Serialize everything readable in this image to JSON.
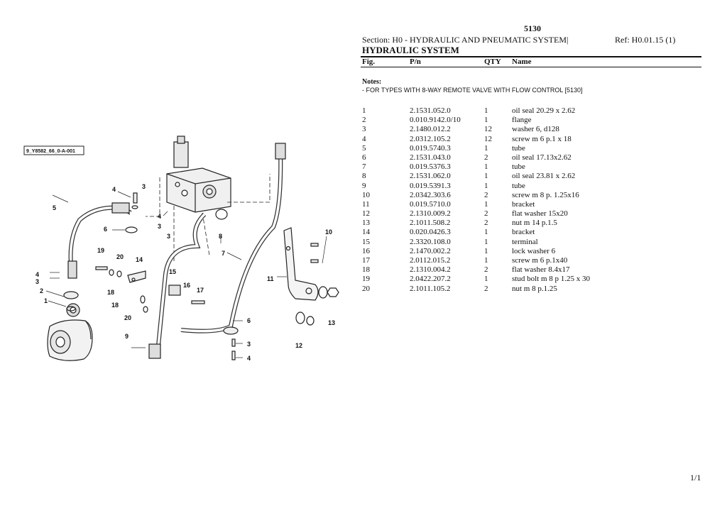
{
  "header": {
    "model": "5130",
    "section": "Section: H0 - HYDRAULIC AND PNEUMATIC SYSTEM|",
    "ref": "Ref: H0.01.15 (1)",
    "title": "HYDRAULIC SYSTEM"
  },
  "columns": {
    "fig": "Fig.",
    "pn": "P/n",
    "qty": "QTY",
    "name": "Name"
  },
  "notes": {
    "title": "Notes:",
    "text": "- FOR TYPES WITH 8-WAY REMOTE VALVE WITH FLOW CONTROL [5130]"
  },
  "parts": [
    {
      "fig": "1",
      "pn": "2.1531.052.0",
      "qty": "1",
      "name": "oil seal 20.29 x 2.62"
    },
    {
      "fig": "2",
      "pn": "0.010.9142.0/10",
      "qty": "1",
      "name": "flange"
    },
    {
      "fig": "3",
      "pn": "2.1480.012.2",
      "qty": "12",
      "name": "washer 6, d128"
    },
    {
      "fig": "4",
      "pn": "2.0312.105.2",
      "qty": "12",
      "name": "screw m 6 p.1 x 18"
    },
    {
      "fig": "5",
      "pn": "0.019.5740.3",
      "qty": "1",
      "name": "tube"
    },
    {
      "fig": "6",
      "pn": "2.1531.043.0",
      "qty": "2",
      "name": "oil seal 17.13x2.62"
    },
    {
      "fig": "7",
      "pn": "0.019.5376.3",
      "qty": "1",
      "name": "tube"
    },
    {
      "fig": "8",
      "pn": "2.1531.062.0",
      "qty": "1",
      "name": "oil seal 23.81 x 2.62"
    },
    {
      "fig": "9",
      "pn": "0.019.5391.3",
      "qty": "1",
      "name": "tube"
    },
    {
      "fig": "10",
      "pn": "2.0342.303.6",
      "qty": "2",
      "name": "screw m 8 p. 1.25x16"
    },
    {
      "fig": "11",
      "pn": "0.019.5710.0",
      "qty": "1",
      "name": "bracket"
    },
    {
      "fig": "12",
      "pn": "2.1310.009.2",
      "qty": "2",
      "name": "flat washer 15x20"
    },
    {
      "fig": "13",
      "pn": "2.1011.508.2",
      "qty": "2",
      "name": "nut m 14 p.1.5"
    },
    {
      "fig": "14",
      "pn": "0.020.0426.3",
      "qty": "1",
      "name": "bracket"
    },
    {
      "fig": "15",
      "pn": "2.3320.108.0",
      "qty": "1",
      "name": "terminal"
    },
    {
      "fig": "16",
      "pn": "2.1470.002.2",
      "qty": "1",
      "name": "lock washer 6"
    },
    {
      "fig": "17",
      "pn": "2.0112.015.2",
      "qty": "1",
      "name": "screw m 6 p.1x40"
    },
    {
      "fig": "18",
      "pn": "2.1310.004.2",
      "qty": "2",
      "name": "flat washer 8.4x17"
    },
    {
      "fig": "19",
      "pn": "2.0422.207.2",
      "qty": "1",
      "name": "stud bolt m 8 p 1.25 x 30"
    },
    {
      "fig": "20",
      "pn": "2.1011.105.2",
      "qty": "2",
      "name": "nut m 8 p.1.25"
    }
  ],
  "diagram": {
    "ref_code": "9_Y8582_66_0-A-001",
    "callouts": [
      "1",
      "2",
      "3",
      "4",
      "5",
      "6",
      "7",
      "8",
      "9",
      "10",
      "11",
      "12",
      "13",
      "14",
      "15",
      "16",
      "17",
      "18",
      "19",
      "20"
    ]
  },
  "footer": {
    "page": "1/1"
  }
}
